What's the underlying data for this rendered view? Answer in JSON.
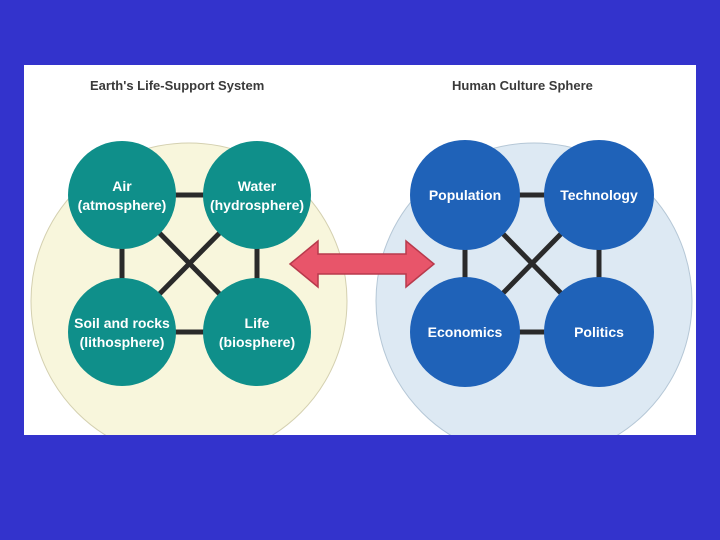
{
  "left_sphere": {
    "title": "Earth's Life-Support System",
    "nodes": [
      {
        "line1": "Air",
        "line2": "(atmosphere)"
      },
      {
        "line1": "Water",
        "line2": "(hydrosphere)"
      },
      {
        "line1": "Soil and rocks",
        "line2": "(lithosphere)"
      },
      {
        "line1": "Life",
        "line2": "(biosphere)"
      }
    ]
  },
  "right_sphere": {
    "title": "Human Culture Sphere",
    "nodes": [
      {
        "line1": "Population"
      },
      {
        "line1": "Technology"
      },
      {
        "line1": "Economics"
      },
      {
        "line1": "Politics"
      }
    ]
  },
  "colors": {
    "background": "#3333cc",
    "left_sphere_fill": "#f8f6dc",
    "right_sphere_fill": "#dde9f3",
    "left_node_fill": "#0f8f8a",
    "right_node_fill": "#1f62b8",
    "connector": "#2a2a2a",
    "arrow": "#e8556a"
  }
}
